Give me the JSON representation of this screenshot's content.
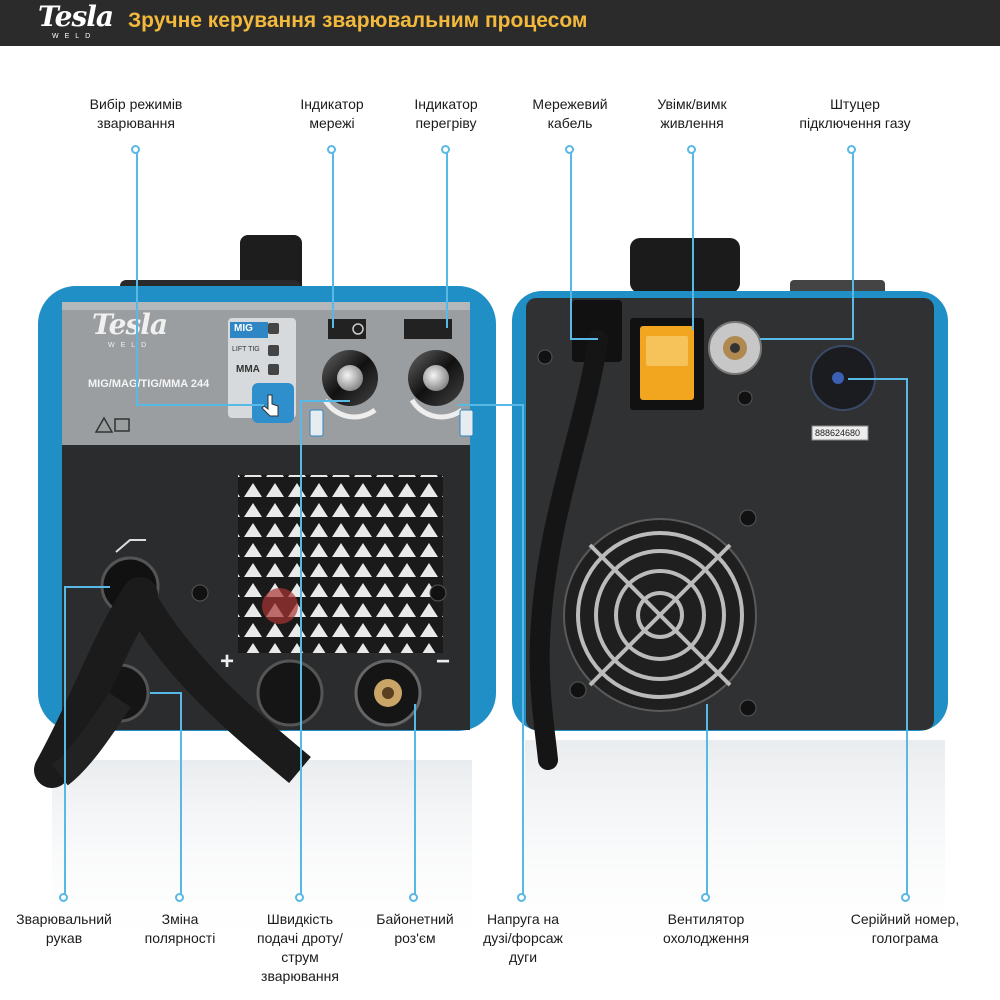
{
  "header": {
    "logo_text": "Tesla",
    "logo_sub": "WELD",
    "title": "Зручне керування зварювальним процесом"
  },
  "device_front": {
    "logo_text": "Tesla",
    "logo_sub": "WELD",
    "model": "MIG/MAG/TIG/MMA 244",
    "modes": [
      "MIG",
      "LIFT TIG",
      "MMA"
    ],
    "plus_sign": "+",
    "minus_sign": "−"
  },
  "device_back": {
    "serial_number": "888624680"
  },
  "labels": {
    "mode_select": [
      "Вибір режимів",
      "зварювання"
    ],
    "power_indicator": [
      "Індикатор",
      "мережі"
    ],
    "overheat_indicator": [
      "Індикатор",
      "перегріву"
    ],
    "power_cable": [
      "Мережевий",
      "кабель"
    ],
    "power_switch": [
      "Увімк/вимк",
      "живлення"
    ],
    "gas_fitting": [
      "Штуцер",
      "підключення газу"
    ],
    "welding_hose": [
      "Зварювальний",
      "рукав"
    ],
    "polarity_change": [
      "Зміна",
      "полярності"
    ],
    "wire_speed": [
      "Швидкість",
      "подачі дроту/",
      "струм",
      "зварювання"
    ],
    "bayonet": [
      "Байонетний",
      "роз'єм"
    ],
    "arc_voltage": [
      "Напруга на",
      "дузі/форсаж",
      "дуги"
    ],
    "cooling_fan": [
      "Вентилятор",
      "охолодження"
    ],
    "serial_hologram": [
      "Серійний номер,",
      "голограма"
    ]
  }
}
